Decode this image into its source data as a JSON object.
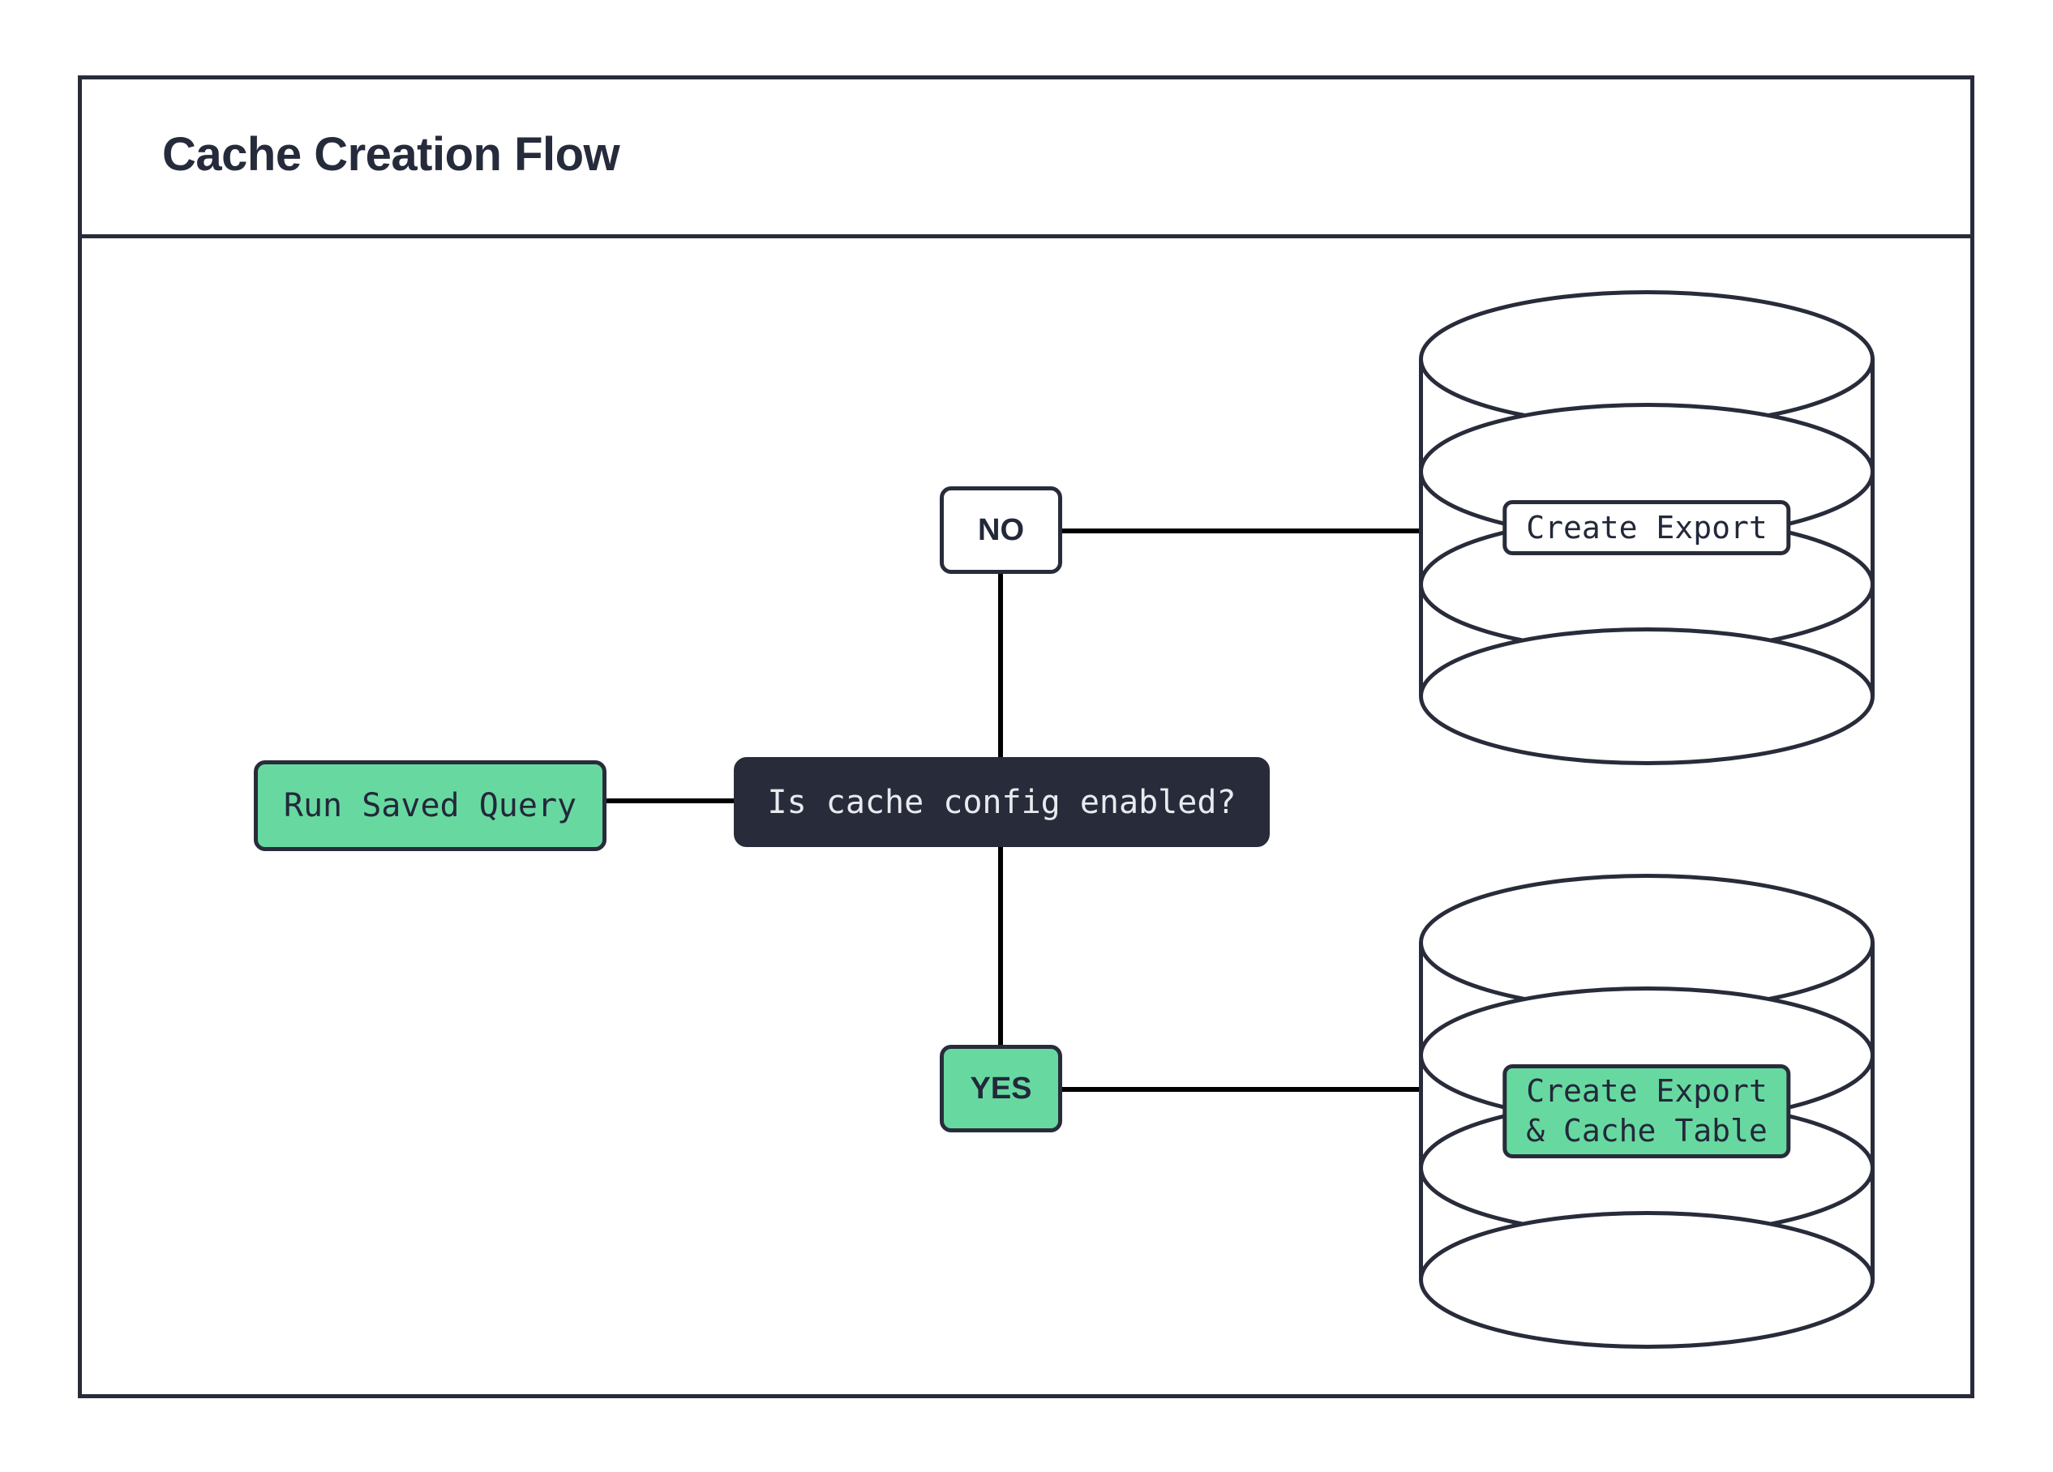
{
  "diagram": {
    "title": "Cache Creation Flow",
    "nodes": {
      "run_saved_query": {
        "label": "Run Saved Query",
        "fill": "#67d9a0",
        "shape": "rounded-rect"
      },
      "decision": {
        "label": "Is cache config enabled?",
        "fill": "#282c3a",
        "shape": "rounded-rect"
      },
      "db_top": {
        "label": "Create Export",
        "fill": "#ffffff",
        "shape": "database-cylinder"
      },
      "db_bottom": {
        "label_line1": "Create Export",
        "label_line2": "& Cache Table",
        "fill": "#67d9a0",
        "shape": "database-cylinder"
      }
    },
    "edge_labels": {
      "no": {
        "text": "NO",
        "fill": "#ffffff"
      },
      "yes": {
        "text": "YES",
        "fill": "#67d9a0"
      }
    },
    "colors": {
      "stroke": "#282c3a",
      "accent_green": "#67d9a0",
      "dark_fill": "#282c3a",
      "light_text": "#e8eaef",
      "dark_text": "#23283a",
      "background": "#ffffff"
    }
  }
}
